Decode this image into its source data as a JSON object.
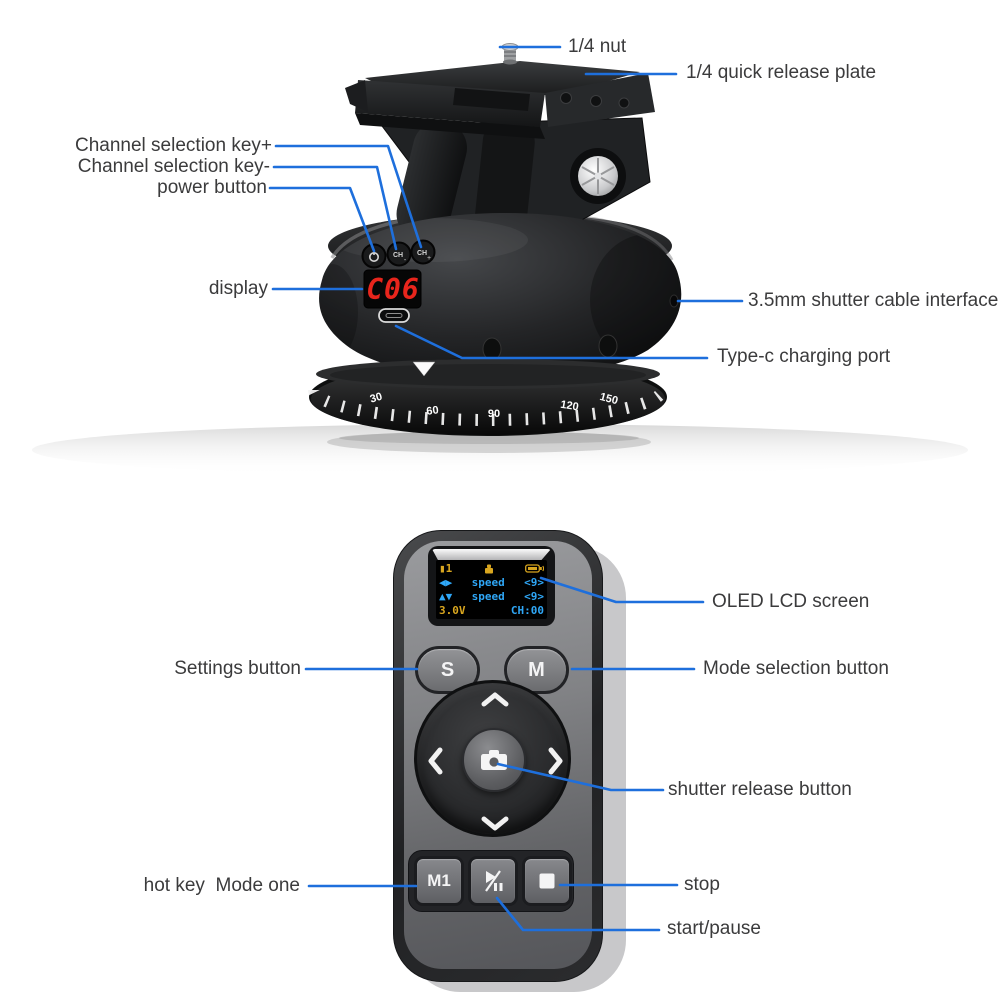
{
  "colors": {
    "leader_line": "#1e6fdc",
    "label_text": "#3b3b3c",
    "display_red": "#e8251c",
    "oled_amber": "#d9a61f",
    "oled_cyan": "#2fa7f7"
  },
  "head": {
    "display_value": "C06",
    "buttons": {
      "ch_label": "CH",
      "plus_sign": "+",
      "minus_sign": "-"
    },
    "dial": {
      "ticks": [
        "30",
        "60",
        "90",
        "120",
        "150"
      ]
    }
  },
  "remote": {
    "screen": {
      "mode": "1",
      "pan_row": {
        "arrows": "◀▶",
        "label": "speed",
        "value": "<9>"
      },
      "tilt_row": {
        "arrows": "▲▼",
        "label": "speed",
        "value": "<9>"
      },
      "voltage": "3.0V",
      "channel": "CH:00"
    },
    "buttons": {
      "settings": "S",
      "mode": "M",
      "hotkey": "M1"
    }
  },
  "annotations": {
    "nut": "1/4 nut",
    "plate": "1/4 quick release plate",
    "ch_plus": "Channel selection key+",
    "ch_minus": "Channel selection key-",
    "power": "power button",
    "display": "display",
    "shutter_cable": "3.5mm shutter cable interface",
    "type_c": "Type-c charging port",
    "oled": "OLED LCD screen",
    "settings": "Settings button",
    "mode": "Mode selection button",
    "shutter_release": "shutter release button",
    "hotkey": "hot key  Mode one",
    "stop": "stop",
    "start_pause": "start/pause"
  }
}
